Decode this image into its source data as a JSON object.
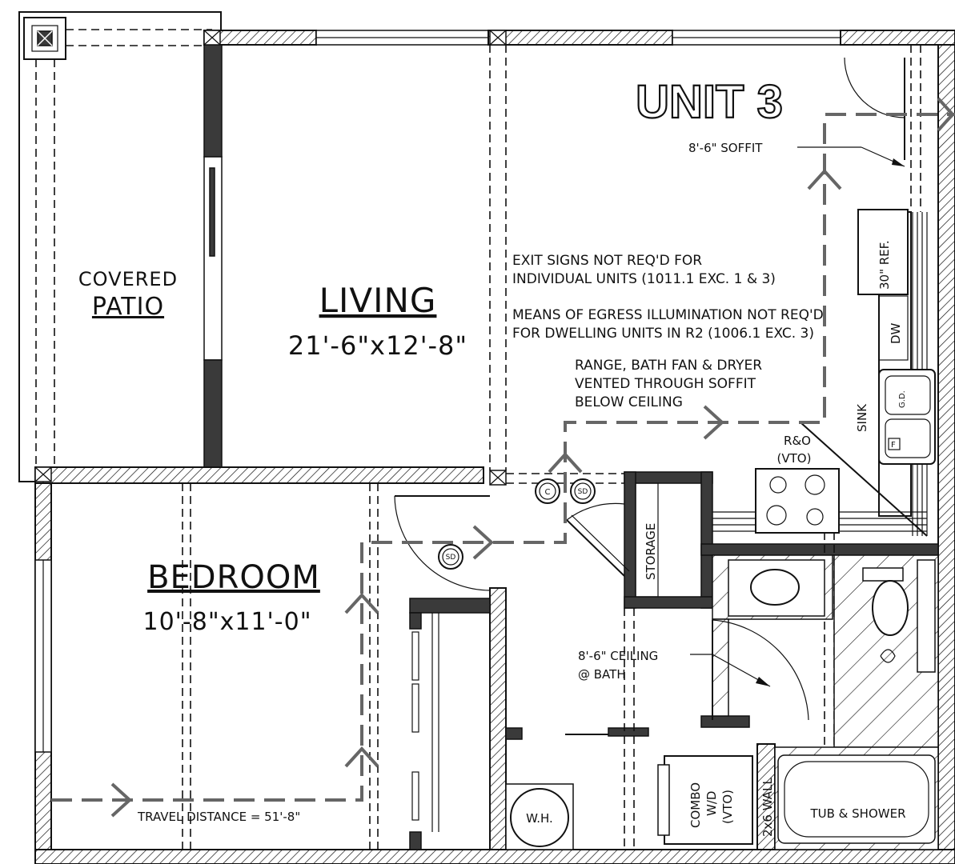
{
  "unit_title": "UNIT 3",
  "rooms": {
    "patio_line1": "COVERED",
    "patio_line2": "PATIO",
    "living_name": "LIVING",
    "living_size": "21'-6\"x12'-8\"",
    "bedroom_name": "BEDROOM",
    "bedroom_size": "10'-8\"x11'-0\""
  },
  "notes": {
    "soffit": "8'-6\" SOFFIT",
    "exit_signs_1": "EXIT SIGNS NOT REQ'D FOR",
    "exit_signs_2": "INDIVIDUAL UNITS (1011.1 EXC. 1 & 3)",
    "egress_1": "MEANS OF EGRESS ILLUMINATION NOT REQ'D",
    "egress_2": "FOR DWELLING UNITS IN R2 (1006.1 EXC. 3)",
    "vent_1": "RANGE, BATH FAN & DRYER",
    "vent_2": "VENTED THROUGH SOFFIT",
    "vent_3": "BELOW CEILING",
    "ceiling_1": "8'-6\" CEILING",
    "ceiling_2": "@ BATH",
    "travel": "TRAVEL DISTANCE = 51'-8\""
  },
  "fixtures": {
    "refrigerator": "30\" REF.",
    "dishwasher": "DW",
    "sink": "SINK",
    "garbage_disposal": "G.D.",
    "range_1": "R&O",
    "range_2": "(VTO)",
    "storage": "STORAGE",
    "water_heater": "W.H.",
    "washer_dryer_1": "COMBO",
    "washer_dryer_2": "W/D",
    "washer_dryer_3": "(VTO)",
    "wall_2x6": "2x6 WALL",
    "tub": "TUB & SHOWER",
    "smoke_detector": "SD",
    "co_detector": "C",
    "fridge_f": "F"
  },
  "colors": {
    "ink": "#111111",
    "wall_solid": "#3a3a3a",
    "egress_path": "#666666"
  }
}
